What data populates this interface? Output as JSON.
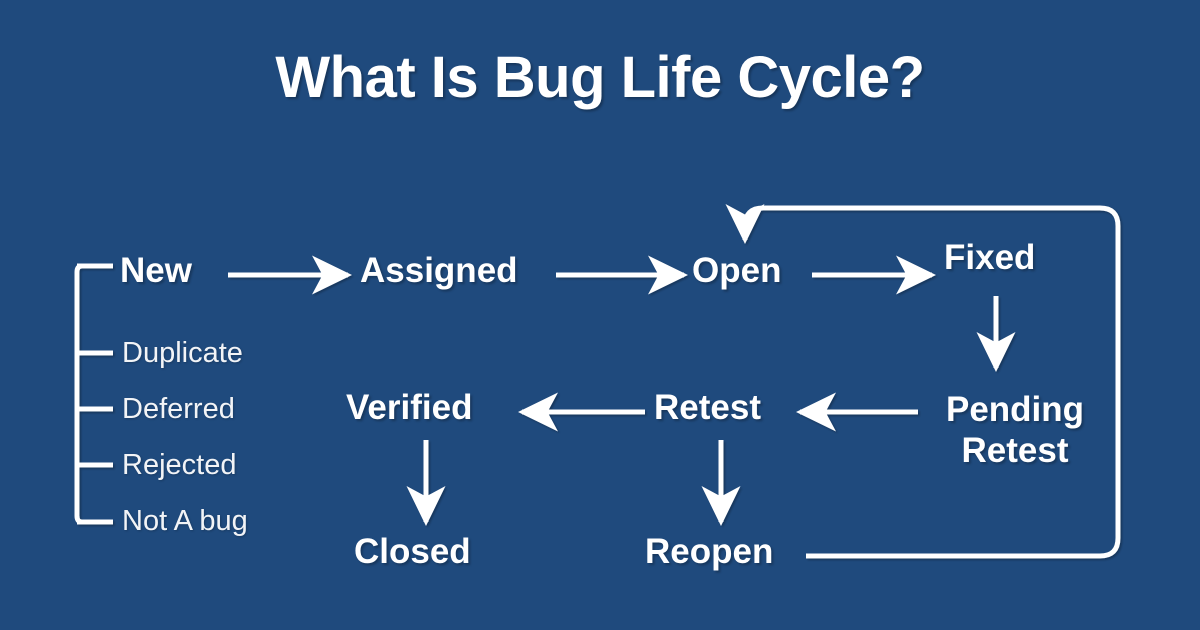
{
  "header": {
    "title": "What Is Bug Life Cycle?"
  },
  "theme": {
    "background": "#1f4a7d",
    "text": "#ffffff",
    "connector": "#ffffff",
    "branch_text": "#f2f4f7"
  },
  "diagram": {
    "type": "flowchart",
    "nodes": [
      {
        "id": "new",
        "label": "New",
        "emphasis": "bold"
      },
      {
        "id": "assigned",
        "label": "Assigned",
        "emphasis": "bold"
      },
      {
        "id": "open",
        "label": "Open",
        "emphasis": "bold"
      },
      {
        "id": "fixed",
        "label": "Fixed",
        "emphasis": "bold"
      },
      {
        "id": "pending",
        "label": "Pending Retest",
        "emphasis": "bold",
        "line1": "Pending",
        "line2": "Retest"
      },
      {
        "id": "retest",
        "label": "Retest",
        "emphasis": "bold"
      },
      {
        "id": "verified",
        "label": "Verified",
        "emphasis": "bold"
      },
      {
        "id": "closed",
        "label": "Closed",
        "emphasis": "bold"
      },
      {
        "id": "reopen",
        "label": "Reopen",
        "emphasis": "bold"
      }
    ],
    "branch_outcomes": [
      {
        "id": "duplicate",
        "label": "Duplicate"
      },
      {
        "id": "deferred",
        "label": "Deferred"
      },
      {
        "id": "rejected",
        "label": "Rejected"
      },
      {
        "id": "notabug",
        "label": "Not A bug"
      }
    ],
    "edges": [
      {
        "from": "new",
        "to": "assigned",
        "kind": "arrow-right"
      },
      {
        "from": "assigned",
        "to": "open",
        "kind": "arrow-right"
      },
      {
        "from": "open",
        "to": "fixed",
        "kind": "arrow-right"
      },
      {
        "from": "fixed",
        "to": "pending",
        "kind": "arrow-down"
      },
      {
        "from": "pending",
        "to": "retest",
        "kind": "arrow-left"
      },
      {
        "from": "retest",
        "to": "verified",
        "kind": "arrow-left"
      },
      {
        "from": "verified",
        "to": "closed",
        "kind": "arrow-down"
      },
      {
        "from": "retest",
        "to": "reopen",
        "kind": "arrow-down"
      },
      {
        "from": "reopen",
        "to": "open",
        "kind": "loop-back"
      },
      {
        "from": "new",
        "to": "duplicate",
        "kind": "bracket"
      },
      {
        "from": "new",
        "to": "deferred",
        "kind": "bracket"
      },
      {
        "from": "new",
        "to": "rejected",
        "kind": "bracket"
      },
      {
        "from": "new",
        "to": "notabug",
        "kind": "bracket"
      }
    ]
  }
}
